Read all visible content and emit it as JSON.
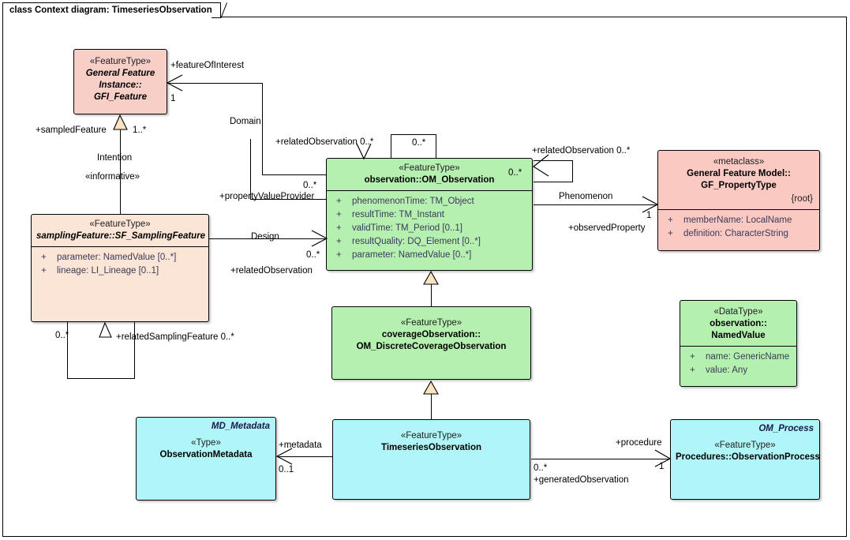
{
  "diagram": {
    "title": "class Context diagram: TimeseriesObservation",
    "type": "uml-class-diagram"
  },
  "colors": {
    "featuretype_pink": "#f8cfc6",
    "featuretype_peach": "#fae5d6",
    "featuretype_green": "#b6f0b0",
    "featuretype_cyan": "#b0f5f7",
    "line": "#000000",
    "attribute_text": "#3a3a5a"
  },
  "classes": {
    "gfi_feature": {
      "stereotype": "«FeatureType»",
      "name_line1": "General Feature",
      "name_line2": "Instance::",
      "name_line3": "GFI_Feature",
      "attributes": []
    },
    "sampling_feature": {
      "stereotype": "«FeatureType»",
      "name": "samplingFeature::SF_SamplingFeature",
      "attributes": [
        {
          "visibility": "+",
          "text": "parameter: NamedValue [0..*]"
        },
        {
          "visibility": "+",
          "text": "lineage: LI_Lineage [0..1]"
        }
      ]
    },
    "om_observation": {
      "stereotype": "«FeatureType»",
      "name": "observation::OM_Observation",
      "attributes": [
        {
          "visibility": "+",
          "text": "phenomenonTime: TM_Object"
        },
        {
          "visibility": "+",
          "text": "resultTime: TM_Instant"
        },
        {
          "visibility": "+",
          "text": "validTime: TM_Period [0..1]"
        },
        {
          "visibility": "+",
          "text": "resultQuality: DQ_Element [0..*]"
        },
        {
          "visibility": "+",
          "text": "parameter: NamedValue [0..*]"
        }
      ]
    },
    "gf_propertytype": {
      "stereotype": "«metaclass»",
      "name_line1": "General Feature Model::",
      "name_line2": "GF_PropertyType",
      "constraint": "{root}",
      "attributes": [
        {
          "visibility": "+",
          "text": "memberName: LocalName"
        },
        {
          "visibility": "+",
          "text": "definition: CharacterString"
        }
      ]
    },
    "named_value": {
      "stereotype": "«DataType»",
      "name_line1": "observation::",
      "name_line2": "NamedValue",
      "attributes": [
        {
          "visibility": "+",
          "text": "name: GenericName"
        },
        {
          "visibility": "+",
          "text": "value: Any"
        }
      ]
    },
    "coverage_observation": {
      "stereotype": "«FeatureType»",
      "name_line1": "coverageObservation::",
      "name_line2": "OM_DiscreteCoverageObservation",
      "attributes": []
    },
    "observation_metadata": {
      "corner_name": "MD_Metadata",
      "stereotype": "«Type»",
      "name": "ObservationMetadata",
      "attributes": []
    },
    "timeseries_observation": {
      "stereotype": "«FeatureType»",
      "name": "TimeseriesObservation",
      "attributes": []
    },
    "observation_process": {
      "corner_name": "OM_Process",
      "stereotype": "«FeatureType»",
      "name": "Procedures::ObservationProcess",
      "attributes": []
    }
  },
  "connector_labels": {
    "feature_of_interest_role": "+featureOfInterest",
    "feature_of_interest_mult": "1",
    "sampled_feature_role": "+sampledFeature",
    "sampled_feature_mult": "1..*",
    "intention_name": "Intention",
    "intention_stereotype": "«informative»",
    "domain_name": "Domain",
    "related_observation_left_role": "+relatedObservation 0..*",
    "related_observation_top_mult": "0..*",
    "related_observation_right_role": "+relatedObservation 0..*",
    "related_observation_right_mult": "0..*",
    "property_value_provider_role": "+propertyValueProvider",
    "property_value_provider_mult": "0..*",
    "design_name": "Design",
    "design_role": "+relatedObservation",
    "design_mult": "0..*",
    "phenomenon_name": "Phenomenon",
    "observed_property_role": "+observedProperty",
    "observed_property_mult": "1",
    "related_sampling_feature_role": "+relatedSamplingFeature 0..*",
    "related_sampling_feature_mult": "0..*",
    "metadata_role": "+metadata",
    "metadata_mult": "0..1",
    "procedure_role": "+procedure",
    "procedure_mult": "1",
    "generated_observation_role": "+generatedObservation",
    "generated_observation_mult": "0..*"
  }
}
